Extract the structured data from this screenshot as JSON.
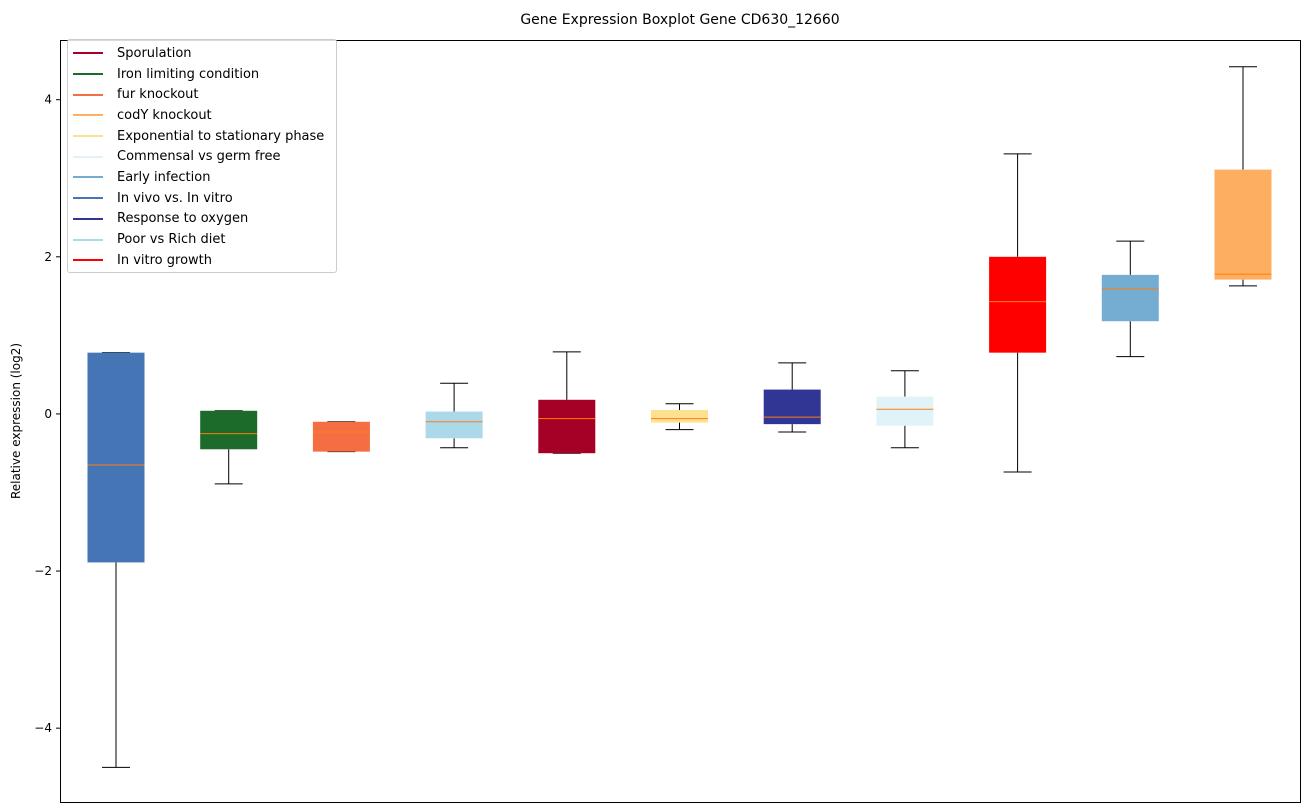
{
  "chart_data": {
    "type": "boxplot",
    "title": "Gene Expression Boxplot Gene CD630_12660",
    "xlabel": "",
    "ylabel": "Relative expression (log2)",
    "ylim": [
      -4.94,
      4.76
    ],
    "yticks": [
      -4,
      -2,
      0,
      2,
      4
    ],
    "ytick_labels": [
      "−4",
      "−2",
      "0",
      "2",
      "4"
    ],
    "grid": false,
    "legend_position": "top-left",
    "median_color": "#ff7f0e",
    "legend": [
      {
        "label": "Sporulation",
        "color": "#a50026"
      },
      {
        "label": "Iron limiting condition",
        "color": "#1d6b2b"
      },
      {
        "label": "fur knockout",
        "color": "#f46d43"
      },
      {
        "label": "codY knockout",
        "color": "#fdae61"
      },
      {
        "label": "Exponential to stationary phase",
        "color": "#fee090"
      },
      {
        "label": "Commensal vs germ free",
        "color": "#e0f3f8"
      },
      {
        "label": "Early infection",
        "color": "#74add1"
      },
      {
        "label": "In vivo vs. In vitro",
        "color": "#4575b4"
      },
      {
        "label": "Response to oxygen",
        "color": "#313695"
      },
      {
        "label": "Poor vs Rich diet",
        "color": "#abd9e9"
      },
      {
        "label": "In vitro growth",
        "color": "#ff0000"
      }
    ],
    "series": [
      {
        "name": "In vivo vs. In vitro",
        "color": "#4575b4",
        "whislo": -4.5,
        "q1": -1.89,
        "med": -0.65,
        "q3": 0.78,
        "whishi": 0.78
      },
      {
        "name": "Iron limiting condition",
        "color": "#1d6b2b",
        "whislo": -0.89,
        "q1": -0.45,
        "med": -0.25,
        "q3": 0.04,
        "whishi": 0.04
      },
      {
        "name": "fur knockout",
        "color": "#f46d43",
        "whislo": -0.48,
        "q1": -0.48,
        "med": -0.23,
        "q3": -0.1,
        "whishi": -0.1
      },
      {
        "name": "Poor vs Rich diet",
        "color": "#abd9e9",
        "whislo": -0.43,
        "q1": -0.31,
        "med": -0.1,
        "q3": 0.03,
        "whishi": 0.39
      },
      {
        "name": "Sporulation",
        "color": "#a50026",
        "whislo": -0.5,
        "q1": -0.5,
        "med": -0.06,
        "q3": 0.18,
        "whishi": 0.79
      },
      {
        "name": "Exponential to stationary phase",
        "color": "#fee090",
        "whislo": -0.2,
        "q1": -0.11,
        "med": -0.06,
        "q3": 0.05,
        "whishi": 0.13
      },
      {
        "name": "Response to oxygen",
        "color": "#313695",
        "whislo": -0.23,
        "q1": -0.13,
        "med": -0.04,
        "q3": 0.31,
        "whishi": 0.65
      },
      {
        "name": "Commensal vs germ free",
        "color": "#e0f3f8",
        "whislo": -0.43,
        "q1": -0.15,
        "med": 0.06,
        "q3": 0.22,
        "whishi": 0.55
      },
      {
        "name": "In vitro growth",
        "color": "#ff0000",
        "whislo": -0.74,
        "q1": 0.78,
        "med": 1.43,
        "q3": 2.0,
        "whishi": 3.31
      },
      {
        "name": "Early infection",
        "color": "#74add1",
        "whislo": 0.73,
        "q1": 1.18,
        "med": 1.59,
        "q3": 1.77,
        "whishi": 2.2
      },
      {
        "name": "codY knockout",
        "color": "#fdae61",
        "whislo": 1.63,
        "q1": 1.71,
        "med": 1.78,
        "q3": 3.11,
        "whishi": 4.42
      }
    ]
  }
}
